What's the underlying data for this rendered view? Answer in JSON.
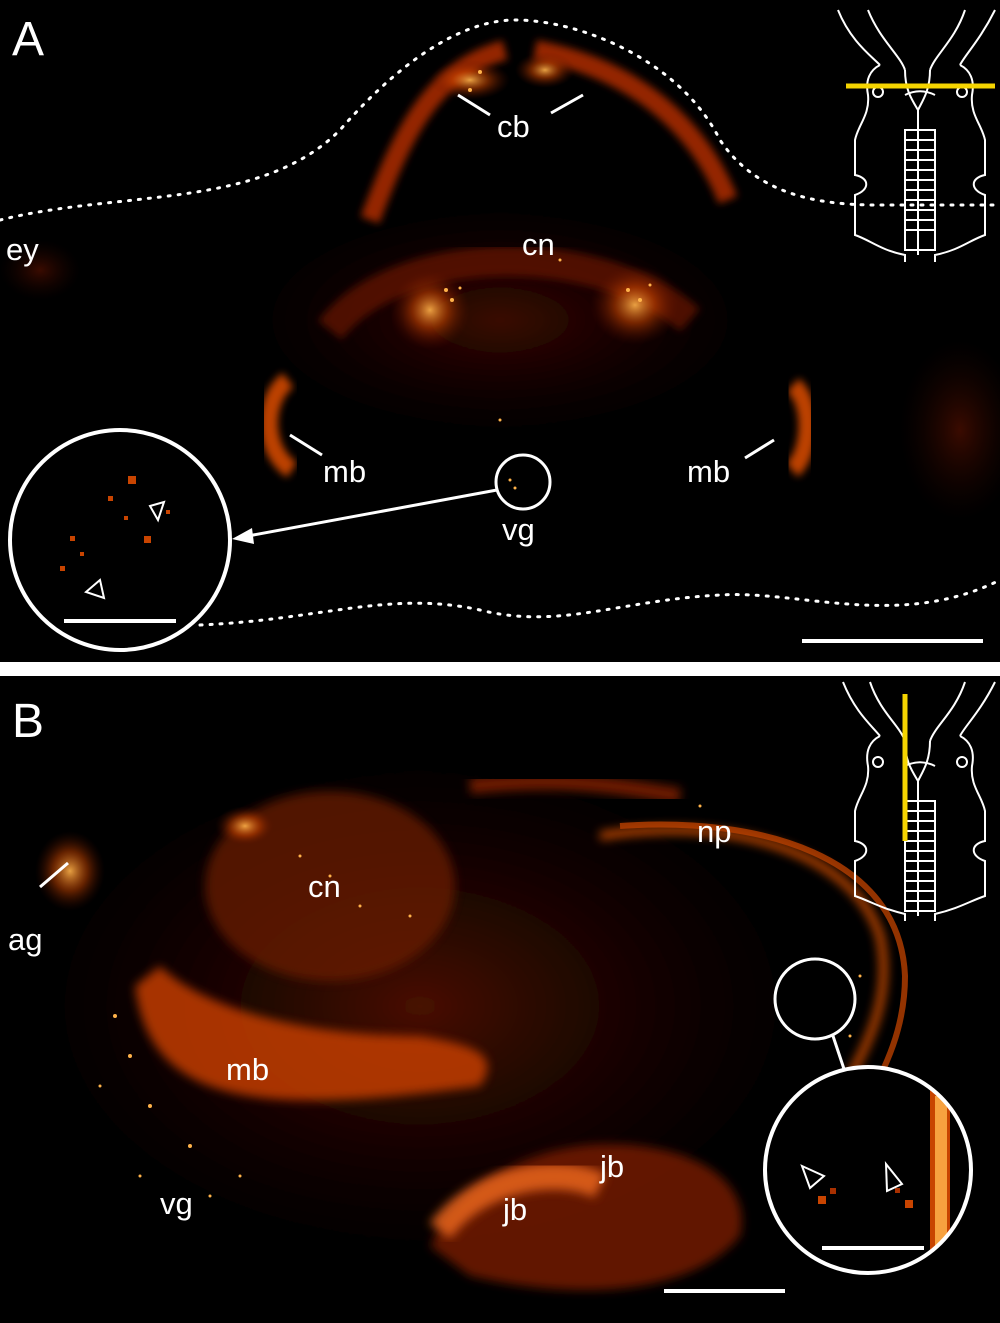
{
  "panels": [
    {
      "letter": "A",
      "labels": {
        "cb": "cb",
        "cn": "cn",
        "ey": "ey",
        "mb_left": "mb",
        "mb_right": "mb",
        "vg": "vg"
      },
      "inset_indicator_color": "#f5d400",
      "inset_indicator": "transverse section line across head outline"
    },
    {
      "letter": "B",
      "labels": {
        "np": "np",
        "cn": "cn",
        "ag": "ag",
        "mb": "mb",
        "jb_upper": "jb",
        "jb_lower": "jb",
        "vg": "vg"
      },
      "inset_indicator_color": "#f5d400",
      "inset_indicator": "longitudinal section line across head outline"
    }
  ],
  "colors": {
    "background": "#000000",
    "signal_dim": "#7a1500",
    "signal_mid": "#c84400",
    "signal_bright": "#ffb24a",
    "annotation": "#ffffff",
    "divider": "#ffffff"
  }
}
